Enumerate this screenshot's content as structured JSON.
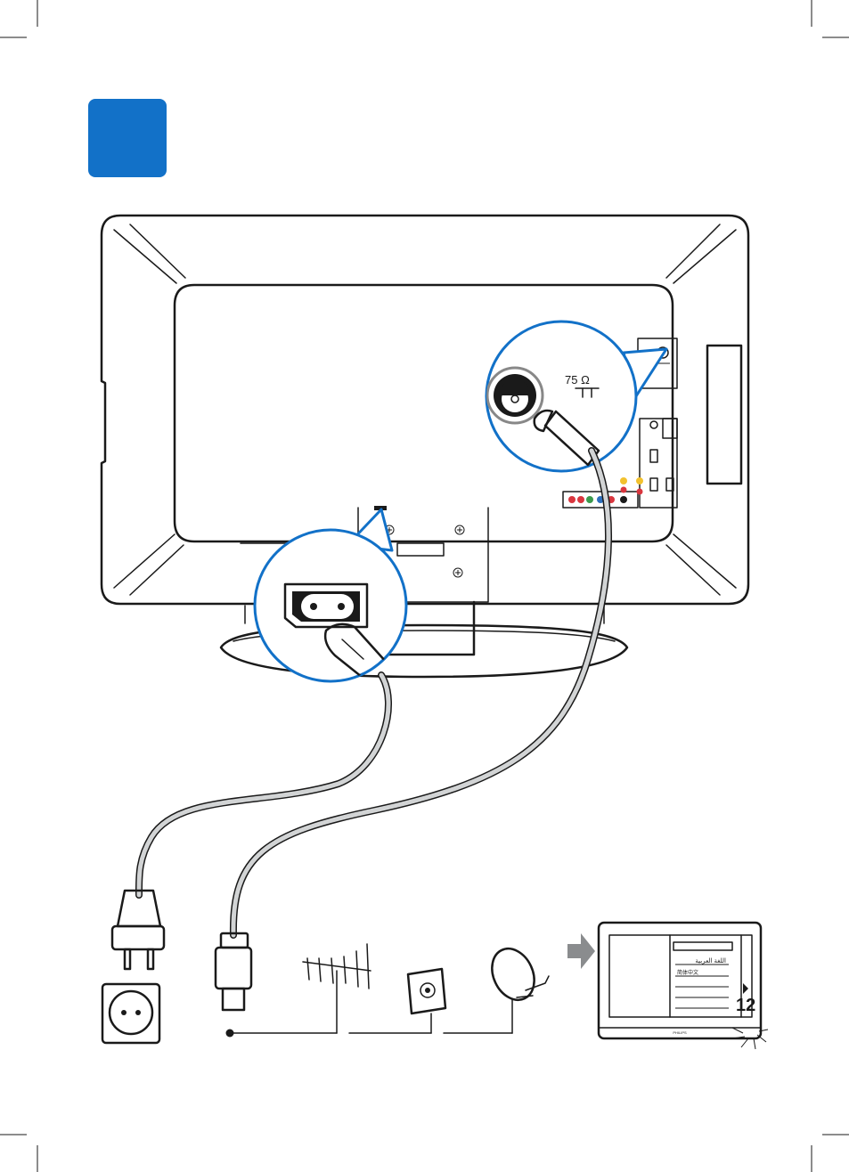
{
  "step": {
    "color": "#1271c8"
  },
  "colors": {
    "accent": "#1271c8",
    "cable": "#c9cbcc",
    "outline": "#1a1a1a"
  },
  "antenna_port": {
    "impedance": "75 Ω"
  },
  "tv_screen": {
    "menu_items": [
      "اللغة العربية",
      "简体中文"
    ],
    "brand": "PHILIPS",
    "number": "12"
  }
}
